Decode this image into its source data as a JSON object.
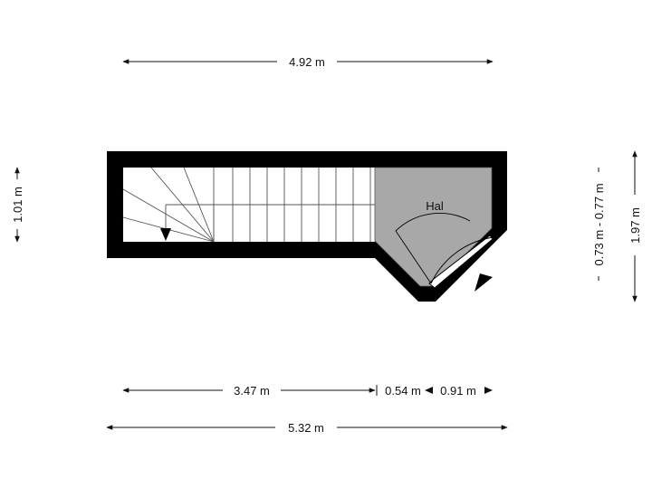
{
  "floorplan": {
    "rooms": [
      {
        "name": "Hal",
        "fill": "#a8a8a8"
      }
    ],
    "dimensions": {
      "top_total": "4.92 m",
      "bottom_segment_1": "3.47 m",
      "bottom_segment_2": "0.54 m",
      "bottom_segment_3": "0.91 m",
      "bottom_total": "5.32 m",
      "left_height": "1.01 m",
      "right_inner": "0.73 m - 0.77 m",
      "right_total": "1.97 m"
    },
    "colors": {
      "wall": "#000000",
      "room_fill": "#a8a8a8",
      "dimension_line": "#111111"
    },
    "icons": {
      "stair_direction": "triangle-down-icon",
      "entrance": "entrance-arrow-icon"
    }
  }
}
